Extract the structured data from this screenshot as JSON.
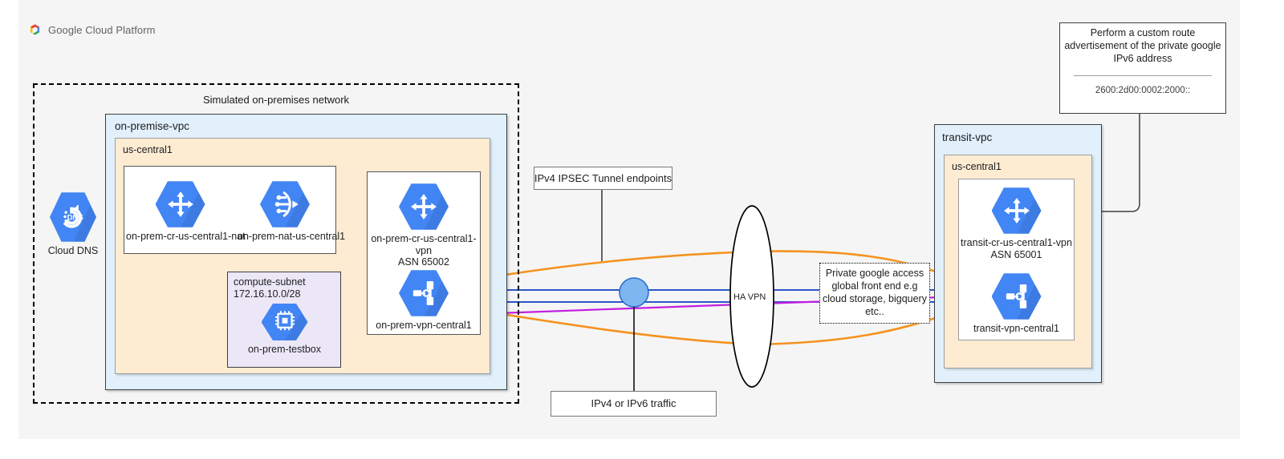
{
  "header": {
    "brand": "Google Cloud Platform",
    "logo_icon": "google-cloud-logo"
  },
  "onprem": {
    "outer_label": "Simulated on-premises network",
    "vpc_label": "on-premise-vpc",
    "region_label": "us-central1",
    "cloud_dns": {
      "label": "Cloud DNS",
      "icon": "cloud-dns-icon"
    },
    "router_nat": {
      "label": "on-prem-cr-us-central1-nat",
      "icon": "cloud-router-icon"
    },
    "nat_gateway": {
      "label": "on-prem-nat-us-central1",
      "icon": "cloud-nat-icon"
    },
    "subnet": {
      "name": "compute-subnet",
      "cidr": "172.16.10.0/28",
      "vm": {
        "label": "on-prem-testbox",
        "icon": "compute-engine-icon"
      }
    },
    "vpn_router": {
      "label_line1": "on-prem-cr-us-central1-vpn",
      "label_line2": "ASN 65002",
      "icon": "cloud-router-icon"
    },
    "vpn_gateway": {
      "label": "on-prem-vpn-central1",
      "icon": "cloud-vpn-icon"
    }
  },
  "annotations": {
    "ipsec_tunnel": "IPv4 IPSEC Tunnel endpoints",
    "traffic": "IPv4 or IPv6 traffic",
    "ha_vpn": "HA VPN",
    "private_google_access": "Private google access global front end e.g cloud storage, bigquery etc..",
    "custom_route": {
      "title": "Perform a custom route advertisement of the private google IPv6 address",
      "address": "2600:2d00:0002:2000::"
    }
  },
  "transit": {
    "vpc_label": "transit-vpc",
    "region_label": "us-central1",
    "vpn_router": {
      "label_line1": "transit-cr-us-central1-vpn",
      "label_line2": "ASN 65001",
      "icon": "cloud-router-icon"
    },
    "vpn_gateway": {
      "label": "transit-vpn-central1",
      "icon": "cloud-vpn-icon"
    }
  },
  "colors": {
    "vpc_fill": "#e1f0fb",
    "region_fill": "#fdebd2",
    "subnet_fill": "#ece7f7",
    "node_blue": "#4285f4",
    "tunnel_orange": "#f5921e",
    "ipv4_blue": "#2a56c6",
    "ipv6_magenta": "#c11ee0",
    "canvas": "#f5f5f5"
  }
}
